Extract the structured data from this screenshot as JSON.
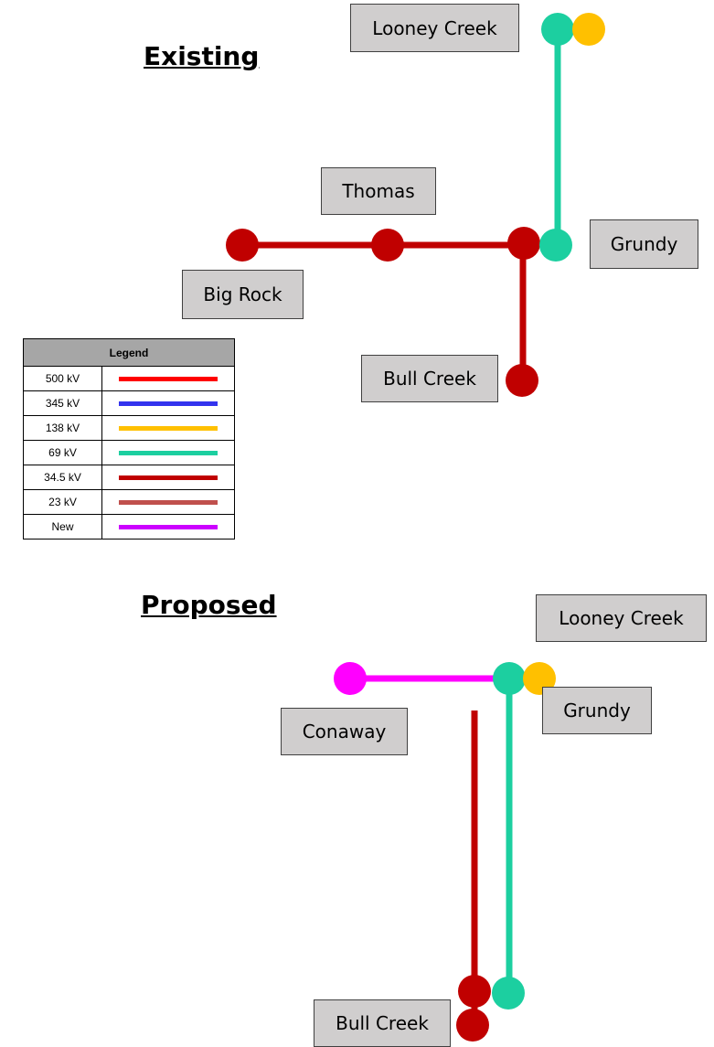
{
  "headings": {
    "existing": "Existing",
    "proposed": "Proposed"
  },
  "colors": {
    "kv500": "#ff0000",
    "kv345": "#3333ee",
    "kv138": "#ffc000",
    "kv69": "#1ccfa0",
    "kv34_5": "#c00000",
    "kv23": "#c0504d",
    "new": "#ff00ff"
  },
  "existing": {
    "labels": {
      "looney_creek": "Looney Creek",
      "thomas": "Thomas",
      "grundy": "Grundy",
      "big_rock": "Big Rock",
      "bull_creek": "Bull Creek"
    }
  },
  "proposed": {
    "labels": {
      "looney_creek": "Looney Creek",
      "conaway": "Conaway",
      "grundy": "Grundy",
      "bull_creek": "Bull Creek"
    }
  },
  "legend": {
    "title": "Legend",
    "items": [
      {
        "label": "500 kV",
        "color": "#ff0000"
      },
      {
        "label": "345 kV",
        "color": "#3333ee"
      },
      {
        "label": "138 kV",
        "color": "#ffc000"
      },
      {
        "label": "69 kV",
        "color": "#1ccfa0"
      },
      {
        "label": "34.5 kV",
        "color": "#c00000"
      },
      {
        "label": "23 kV",
        "color": "#c0504d"
      },
      {
        "label": "New",
        "color": "#cc00ff"
      }
    ]
  }
}
